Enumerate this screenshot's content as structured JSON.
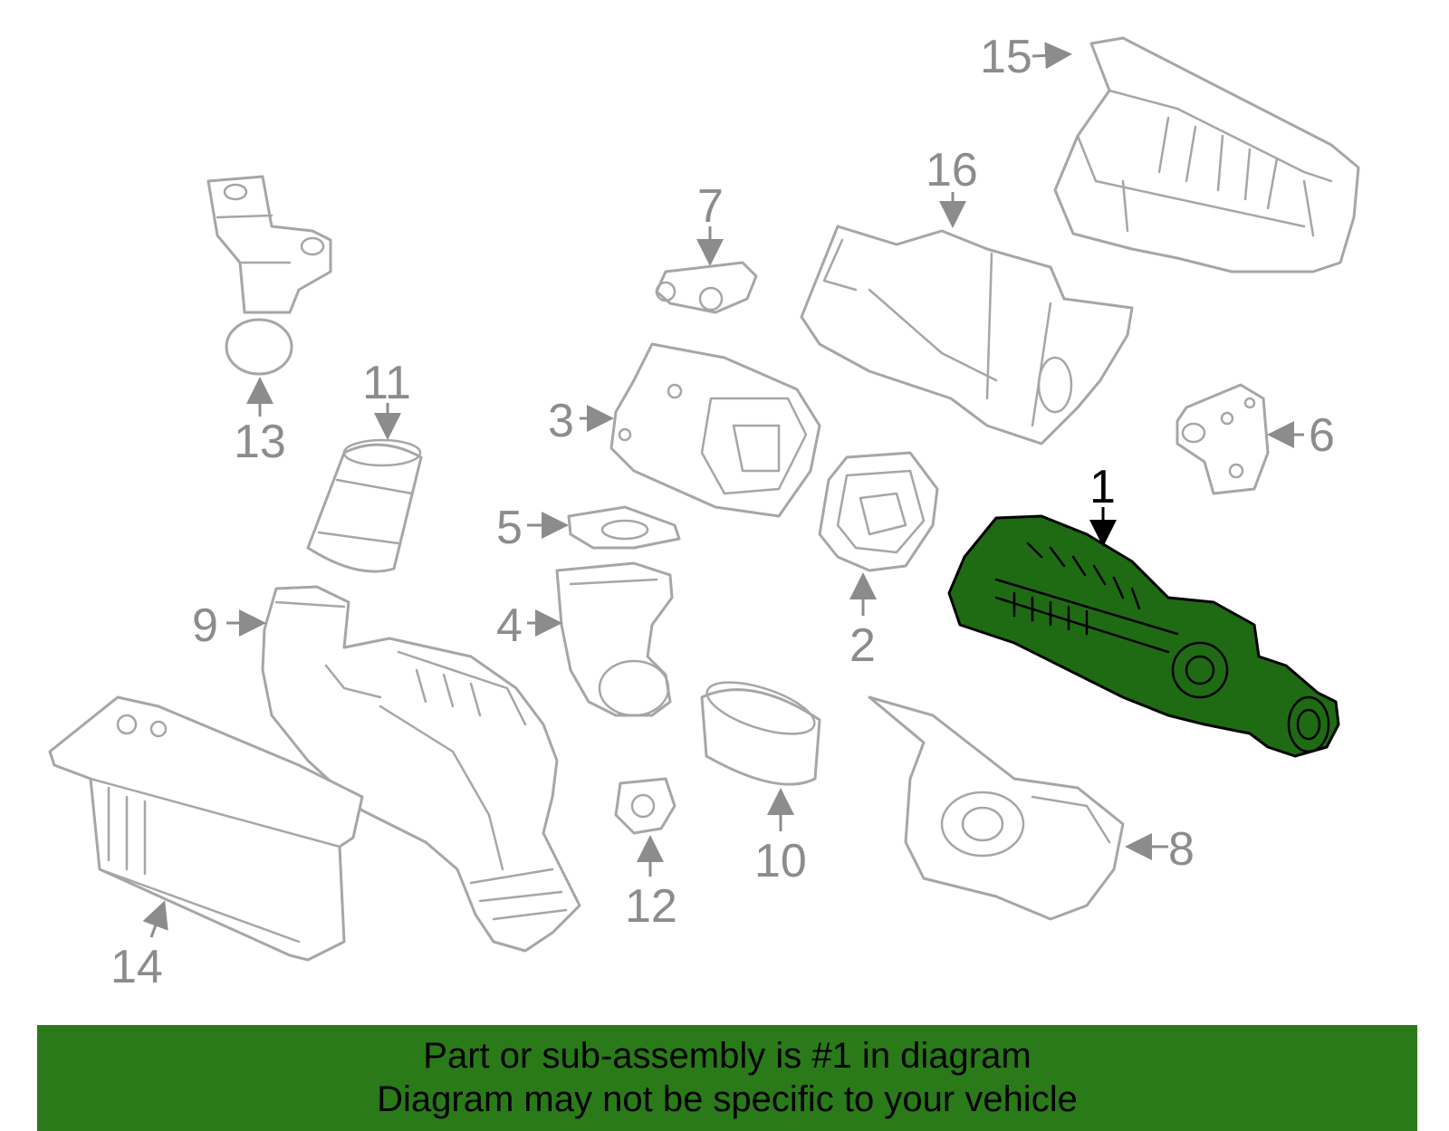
{
  "callouts": [
    {
      "number": "1",
      "highlighted": true
    },
    {
      "number": "2"
    },
    {
      "number": "3"
    },
    {
      "number": "4"
    },
    {
      "number": "5"
    },
    {
      "number": "6"
    },
    {
      "number": "7"
    },
    {
      "number": "8"
    },
    {
      "number": "9"
    },
    {
      "number": "10"
    },
    {
      "number": "11"
    },
    {
      "number": "12"
    },
    {
      "number": "13"
    },
    {
      "number": "14"
    },
    {
      "number": "15"
    },
    {
      "number": "16"
    }
  ],
  "colors": {
    "highlight_fill": "#1f6b14",
    "banner_background": "#2a7a1a",
    "part_outline": "#a6a6a6",
    "callout_text": "#8c8c8c"
  },
  "banner": {
    "line1": "Part or sub-assembly is #1 in diagram",
    "line2": "Diagram may not be specific to your vehicle"
  }
}
